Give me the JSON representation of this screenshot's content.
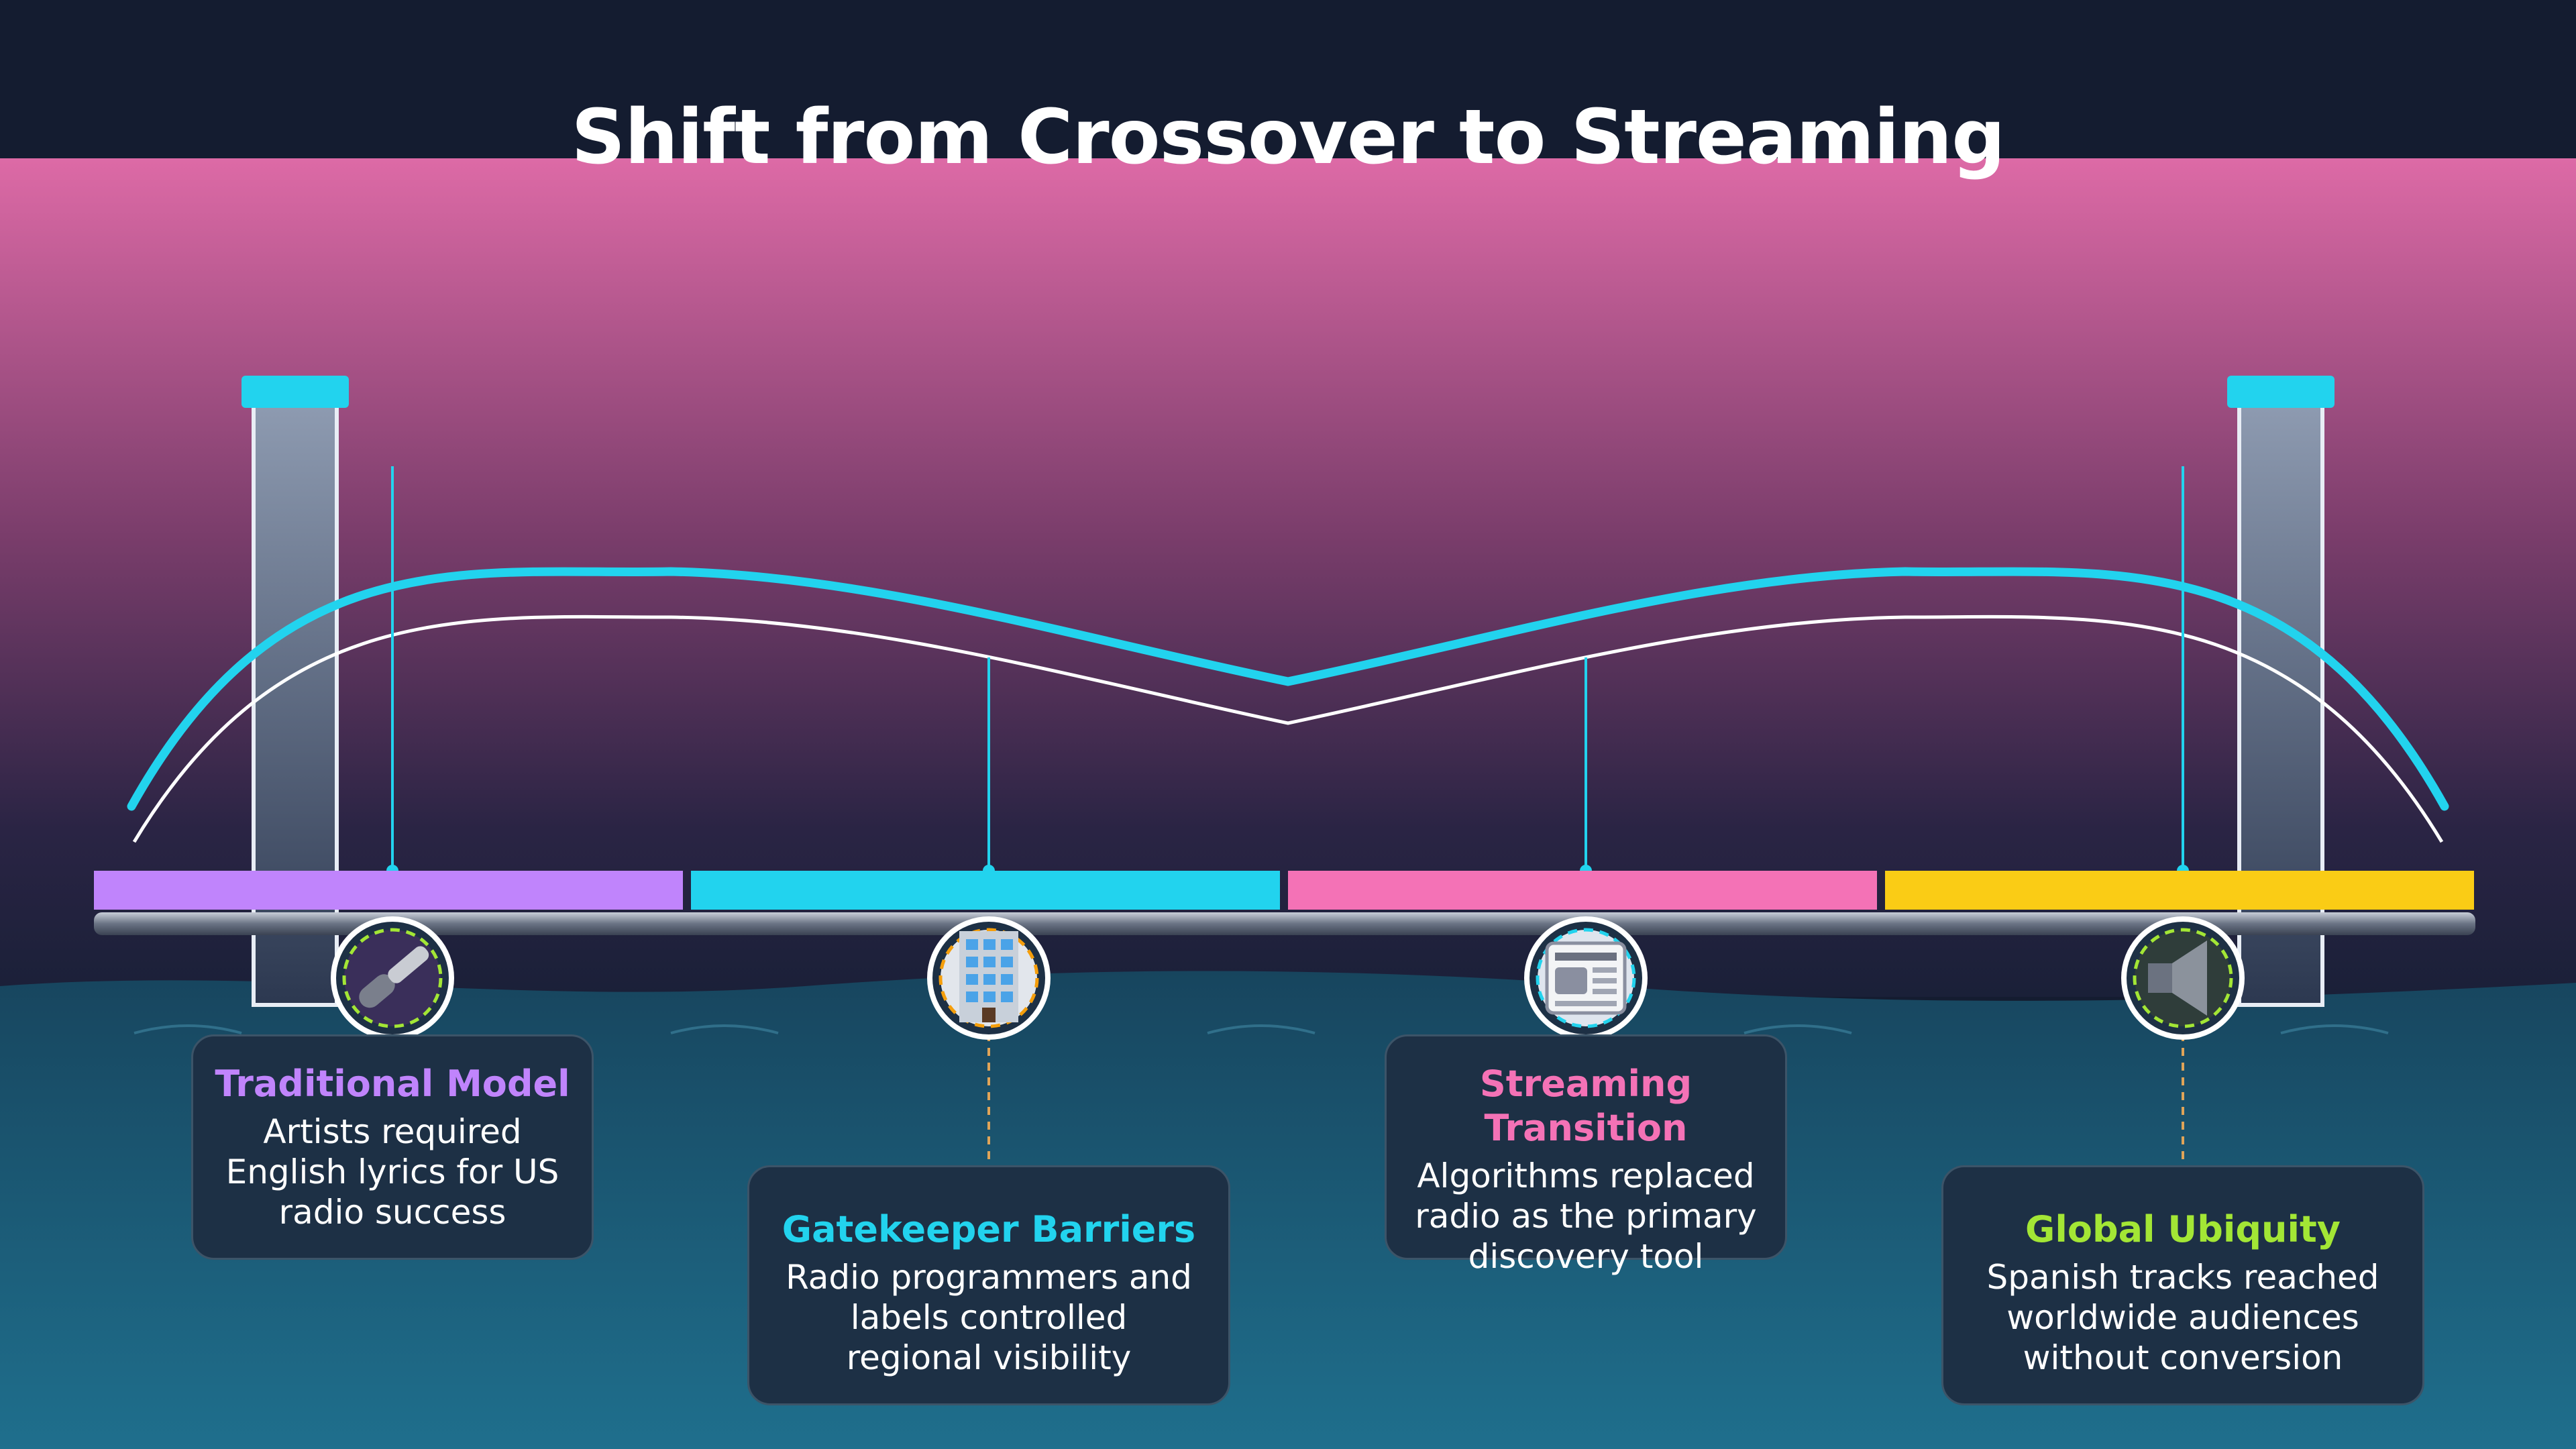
{
  "title": "Shift from Crossover to Streaming",
  "colors": {
    "sky_top": "#141c30",
    "sky_pink": "#d96aa5",
    "water": "#1e6a88",
    "accent_cyan": "#22d3ee",
    "purple": "#c084fc",
    "pink": "#f472b6",
    "yellow": "#facc15",
    "green": "#a3e635"
  },
  "stages": [
    {
      "title": "Traditional Model",
      "text": "Artists required\nEnglish lyrics for US\nradio success",
      "color": "#c084fc",
      "title_color": "#c084fc",
      "icon": "microphone-icon"
    },
    {
      "title": "Gatekeeper Barriers",
      "text": "Radio programmers and\nlabels controlled\nregional visibility",
      "color": "#22d3ee",
      "title_color": "#22d3ee",
      "icon": "office-building-icon"
    },
    {
      "title": "Streaming Transition",
      "text": "Algorithms replaced\nradio as the primary\ndiscovery tool",
      "color": "#f472b6",
      "title_color": "#f472b6",
      "icon": "newspaper-icon"
    },
    {
      "title": "Global Ubiquity",
      "text": "Spanish tracks reached\nworldwide audiences\nwithout conversion",
      "color": "#facc15",
      "title_color": "#a3e635",
      "icon": "speaker-icon"
    }
  ]
}
